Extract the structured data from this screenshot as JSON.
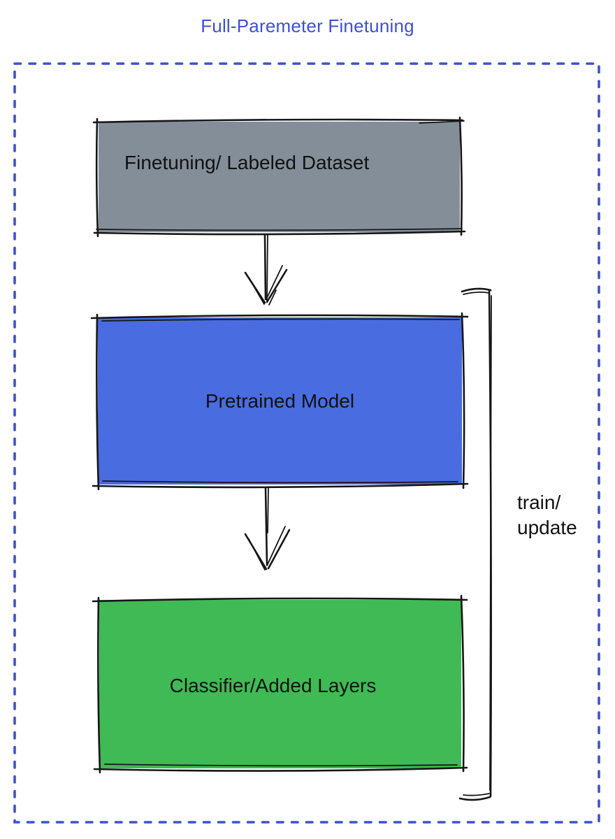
{
  "title": {
    "text": "Full-Paremeter Finetuning",
    "color": "#3b50d8"
  },
  "frame": {
    "border_color": "#3e52cb",
    "style": "dotted"
  },
  "boxes": [
    {
      "name": "finetuning-dataset",
      "label": "Finetuning/ Labeled Dataset",
      "fill": "#848e99"
    },
    {
      "name": "pretrained-model",
      "label": "Pretrained Model",
      "fill": "#4a6ce1"
    },
    {
      "name": "classifier-added-layers",
      "label": "Classifier/Added Layers",
      "fill": "#3fba54"
    }
  ],
  "connectors": [
    {
      "name": "dataset-to-pretrained",
      "type": "arrow-down"
    },
    {
      "name": "pretrained-to-classifier",
      "type": "arrow-down"
    }
  ],
  "bracket": {
    "label_line1": "train/",
    "label_line2": "update"
  },
  "ink_color": "#161616"
}
